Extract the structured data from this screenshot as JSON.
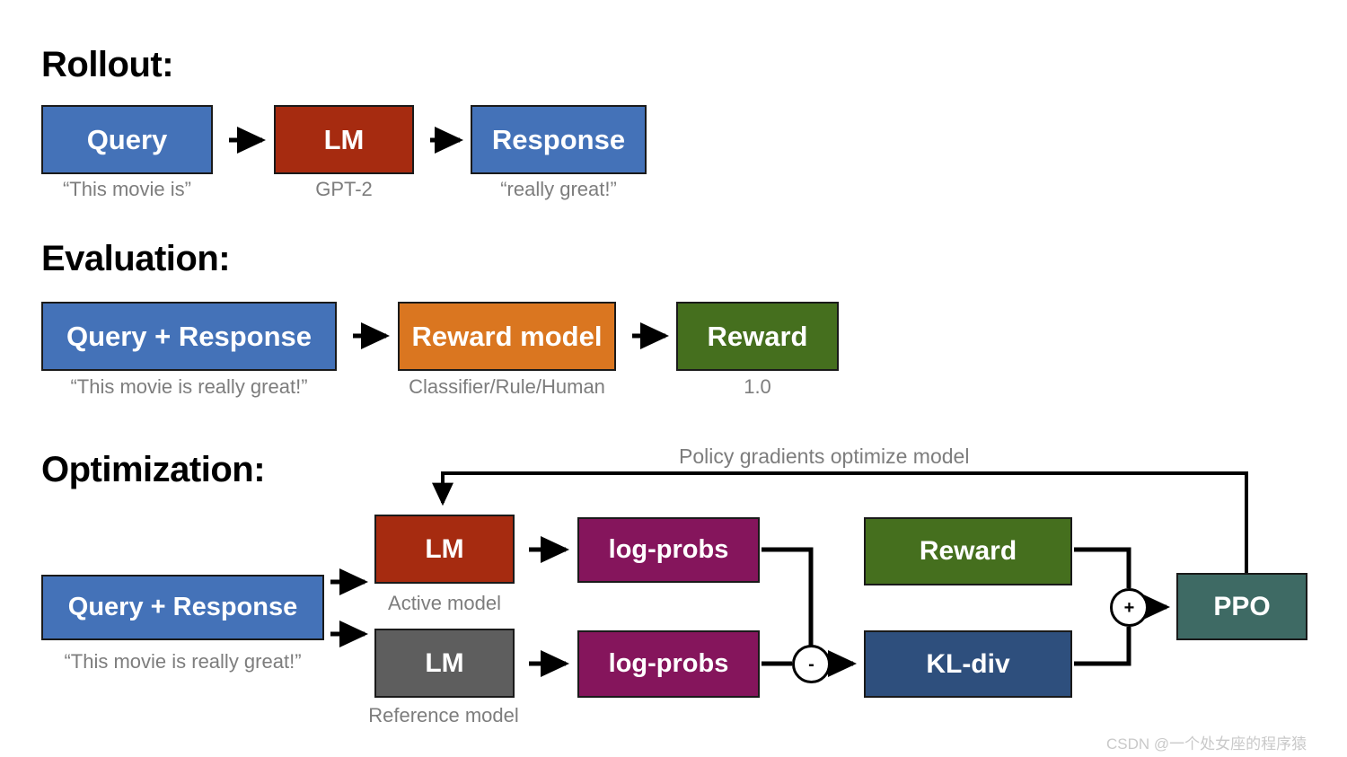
{
  "colors": {
    "blue": "#4472B8",
    "dark_red": "#A62B10",
    "orange": "#DA7620",
    "green": "#456F1E",
    "magenta": "#85155C",
    "gray": "#5E5E5E",
    "kl_blue": "#2E4F7D",
    "teal": "#3E6A64",
    "stroke": "#1a1a1a",
    "caption_gray": "#7d7d7d",
    "watermark_gray": "#c9c9c9"
  },
  "sections": {
    "rollout": {
      "title": "Rollout:",
      "nodes": {
        "query": {
          "label": "Query",
          "caption": "“This movie is”"
        },
        "lm": {
          "label": "LM",
          "caption": "GPT-2"
        },
        "response": {
          "label": "Response",
          "caption": "“really great!”"
        }
      }
    },
    "evaluation": {
      "title": "Evaluation:",
      "nodes": {
        "query_response": {
          "label": "Query + Response",
          "caption": "“This movie is really great!”"
        },
        "reward_model": {
          "label": "Reward model",
          "caption": "Classifier/Rule/Human"
        },
        "reward": {
          "label": "Reward",
          "caption": "1.0"
        }
      }
    },
    "optimization": {
      "title": "Optimization:",
      "loop_label": "Policy gradients optimize model",
      "nodes": {
        "query_response": {
          "label": "Query + Response",
          "caption": "“This movie is really great!”"
        },
        "lm_active": {
          "label": "LM",
          "caption": "Active model"
        },
        "lm_reference": {
          "label": "LM",
          "caption": "Reference model"
        },
        "log_probs_active": {
          "label": "log-probs"
        },
        "log_probs_reference": {
          "label": "log-probs"
        },
        "reward": {
          "label": "Reward"
        },
        "kl_div": {
          "label": "KL-div"
        },
        "ppo": {
          "label": "PPO"
        }
      },
      "operators": {
        "minus": "-",
        "plus": "+"
      }
    }
  },
  "watermark": "CSDN @一个处女座的程序猿"
}
